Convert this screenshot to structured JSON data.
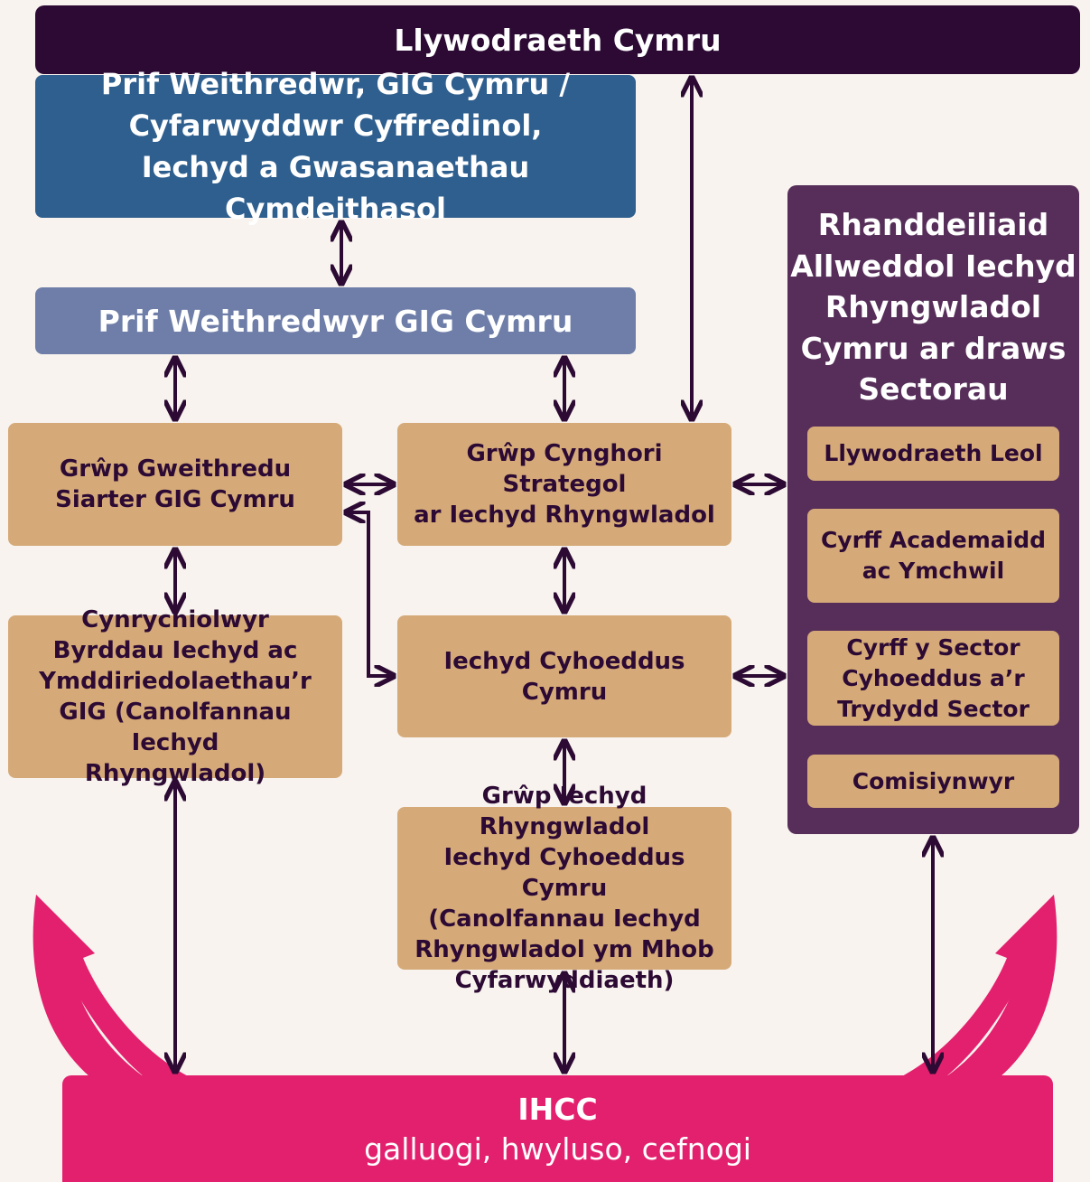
{
  "government": "Llywodraeth Cymru",
  "chief_executive": "Prif Weithredwr, GIG Cymru /\nCyfarwyddwr Cyffredinol,\nIechyd a Gwasanaethau Cymdeithasol",
  "nhs_chief_executives": "Prif Weithredwyr GIG Cymru",
  "charter_group": "Grŵp Gweithredu\nSiarter GIG Cymru",
  "strategic_group": "Grŵp Cynghori Strategol\nar Iechyd Rhyngwladol",
  "health_board_reps": "Cynrychiolwyr\nByrddau Iechyd ac\nYmddiriedolaethau’r\nGIG (Canolfannau Iechyd\nRhyngwladol)",
  "public_health_wales": "Iechyd Cyhoeddus Cymru",
  "phw_group": "Grŵp Iechyd Rhyngwladol\nIechyd Cyhoeddus Cymru\n(Canolfannau Iechyd\nRhyngwladol ym Mhob\nCyfarwyddiaeth)",
  "stakeholders": {
    "title": "Rhanddeiliaid\nAllweddol Iechyd\nRhyngwladol\nCymru ar draws\nSectorau",
    "items": [
      "Llywodraeth Leol",
      "Cyrff Academaidd\nac Ymchwil",
      "Cyrff y Sector\nCyhoeddus a’r\nTrydydd Sector",
      "Comisiynwyr"
    ]
  },
  "ihcc": {
    "title": "IHCC",
    "subtitle": "galluogi, hwyluso, cefnogi"
  },
  "colors": {
    "dark": "#2c0a34",
    "blue": "#2f5f8e",
    "light_blue": "#6e7ea8",
    "tan": "#d5aa78",
    "purple": "#562e59",
    "pink": "#e3206e",
    "background": "#f8f3ee"
  }
}
